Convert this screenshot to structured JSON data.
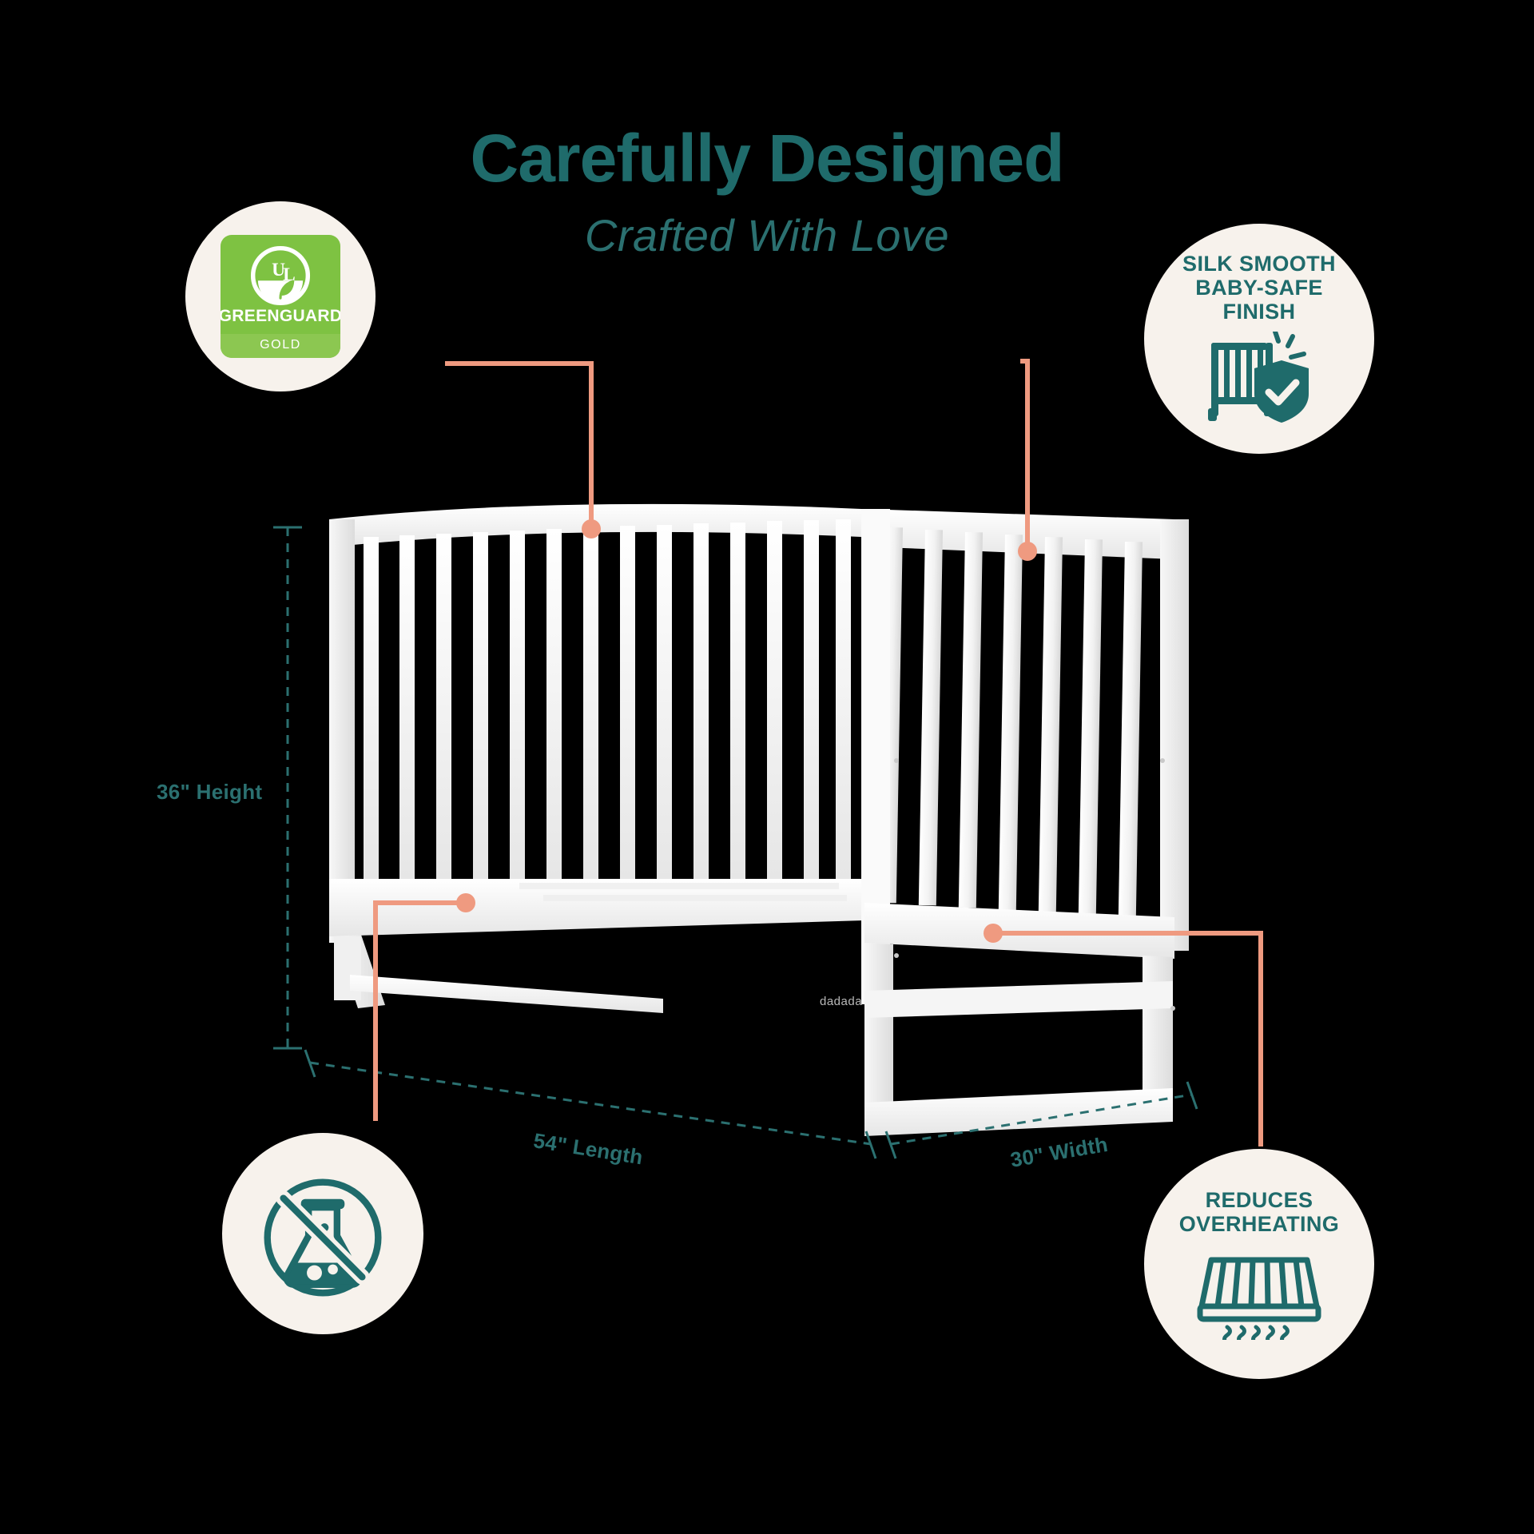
{
  "header": {
    "title": "Carefully Designed",
    "subtitle": "Crafted With Love",
    "title_color": "#1f6b6b",
    "subtitle_color": "#2b7070"
  },
  "theme": {
    "background": "#000000",
    "badge_circle": "#f7f2ec",
    "teal": "#1f6b6b",
    "connector_salmon": "#ef9a80",
    "greenguard_green": "#7ec242",
    "greenguard_gold_band": "#8cc751"
  },
  "badges": [
    {
      "id": "greenguard",
      "name": "greenguard-gold-badge",
      "label": "",
      "logo": {
        "mark": "UL",
        "word": "GREENGUARD",
        "tier": "GOLD"
      },
      "icon": "ul-greenguard-leaf-icon",
      "position": "top-left"
    },
    {
      "id": "finish",
      "name": "silk-smooth-finish-badge",
      "label": "SILK SMOOTH\nBABY-SAFE\nFINISH",
      "icon": "crib-shield-check-icon",
      "position": "top-right"
    },
    {
      "id": "nochem",
      "name": "no-chemicals-badge",
      "label": "",
      "icon": "no-chemicals-flask-icon",
      "position": "bottom-left"
    },
    {
      "id": "overheat",
      "name": "reduces-overheating-badge",
      "label": "REDUCES\nOVERHEATING",
      "icon": "slatted-mattress-base-heat-icon",
      "position": "bottom-right"
    }
  ],
  "dimensions": {
    "height": "36\" Height",
    "length": "54\" Length",
    "width": "30\" Width"
  },
  "product": {
    "brandmark": "dadada",
    "description": "white convertible crib"
  }
}
